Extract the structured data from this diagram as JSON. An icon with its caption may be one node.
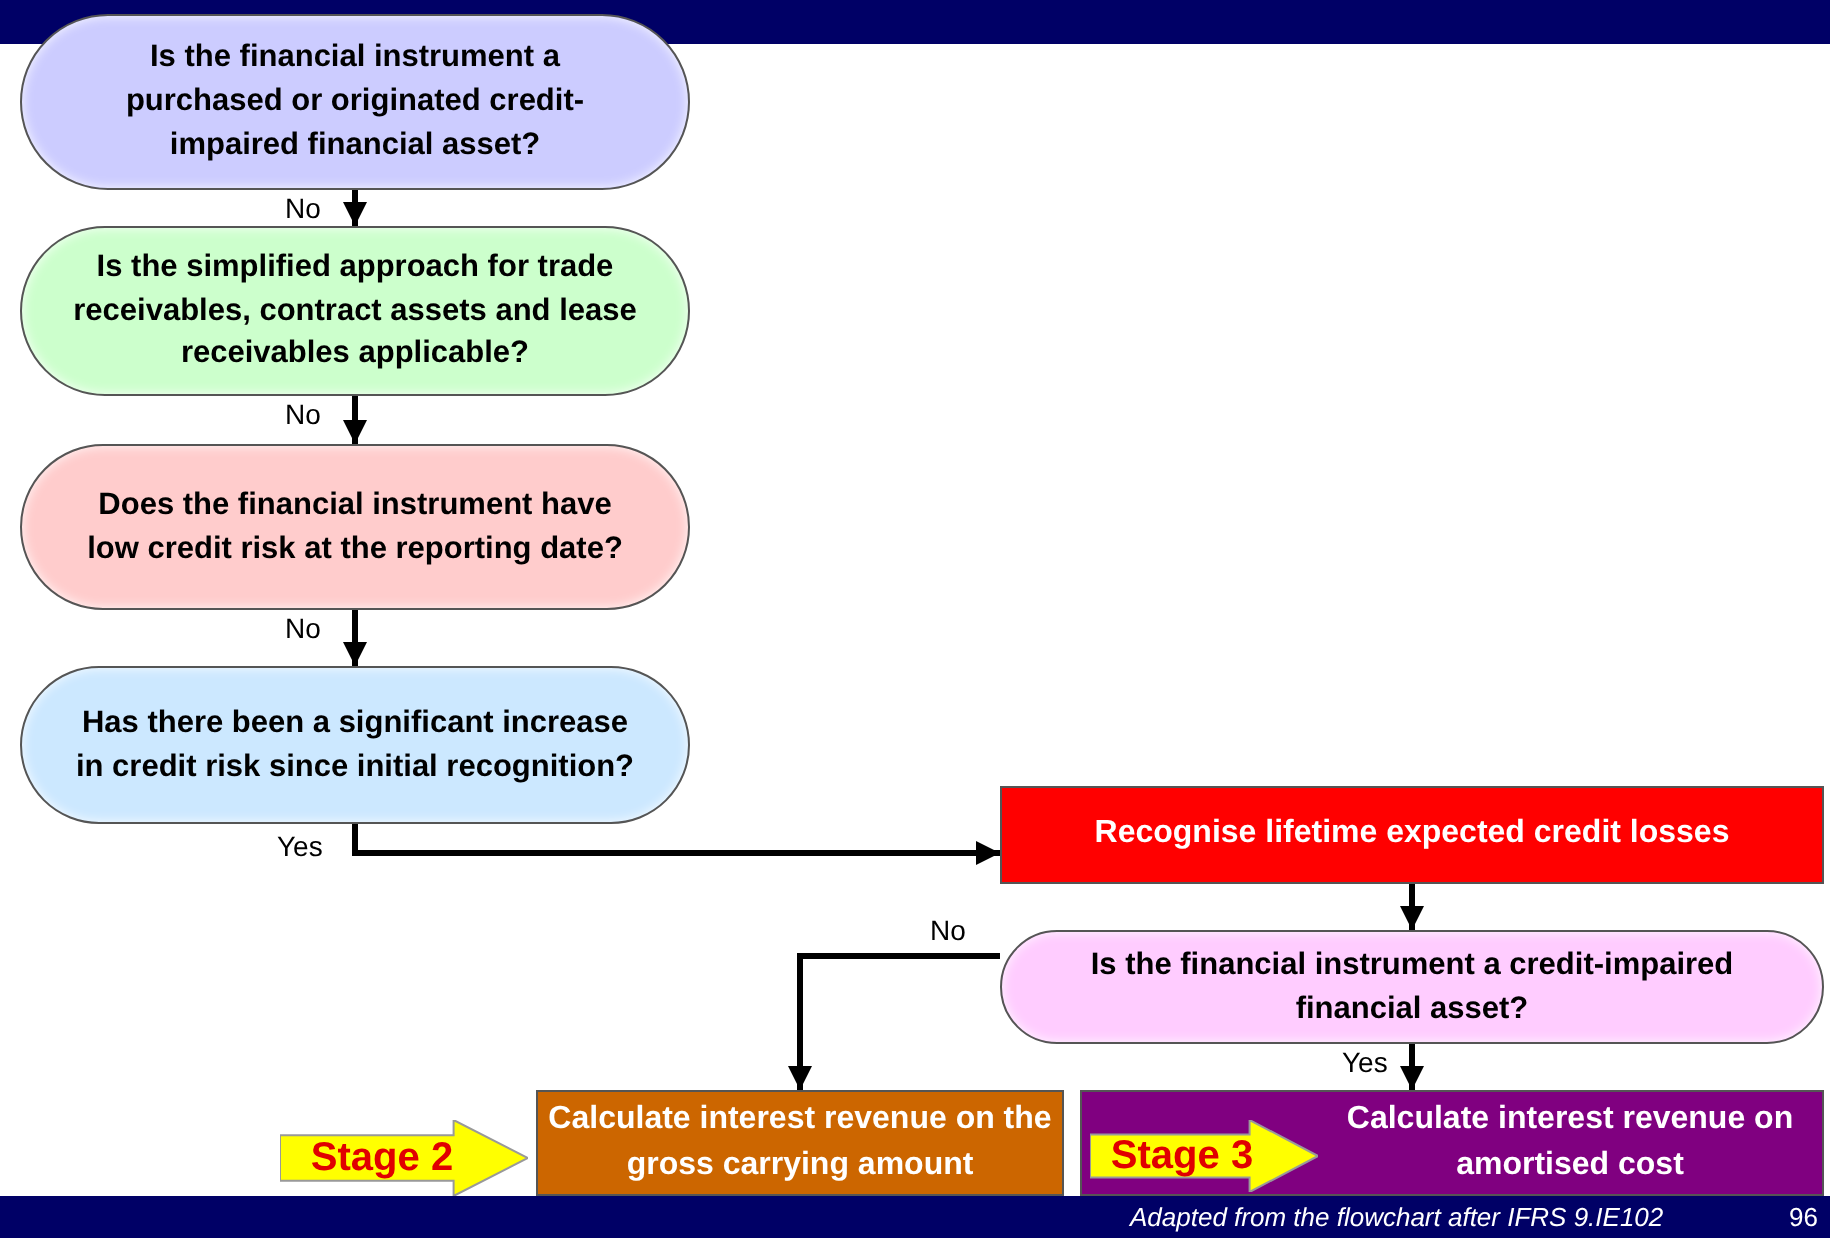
{
  "diagram": {
    "nodes": [
      {
        "text": [
          "Is the financial instrument a purchased or originated credit-impaired financial asset?"
        ]
      },
      {
        "text": [
          "Is the simplified approach for trade receivables, contract assets and lease receivables applicable?"
        ]
      },
      {
        "text": [
          "Does the financial instrument have low credit risk at the reporting date?"
        ]
      },
      {
        "text": [
          "Has there been a significant increase in credit risk since initial recognition?"
        ]
      },
      {
        "text": [
          "Recognise lifetime expected credit losses"
        ]
      },
      {
        "text": [
          "Is the financial instrument a credit-impaired financial asset?"
        ]
      },
      {
        "text": [
          "Calculate interest revenue on the gross carrying amount"
        ]
      },
      {
        "text": [
          "Calculate interest revenue on amortised cost"
        ]
      },
      {
        "text": [
          "Stage 2"
        ]
      },
      {
        "text": [
          "Stage 3"
        ],
        "in": 7
      }
    ],
    "edges": [
      {
        "from": 0,
        "to": 1,
        "arrow": "to",
        "label": "No"
      },
      {
        "from": 1,
        "to": 2,
        "arrow": "to",
        "label": "No"
      },
      {
        "from": 2,
        "to": 3,
        "arrow": "to",
        "label": "No"
      },
      {
        "from": 3,
        "to": 4,
        "arrow": "to",
        "label": "Yes"
      },
      {
        "from": 4,
        "to": 5,
        "arrow": "to"
      },
      {
        "from": 5,
        "to": 6,
        "arrow": "to",
        "label": "No"
      },
      {
        "from": 5,
        "to": 7,
        "arrow": "to",
        "label": "Yes"
      }
    ],
    "labels": [
      "Adapted from the flowchart after IFRS 9.IE102",
      "96"
    ]
  }
}
